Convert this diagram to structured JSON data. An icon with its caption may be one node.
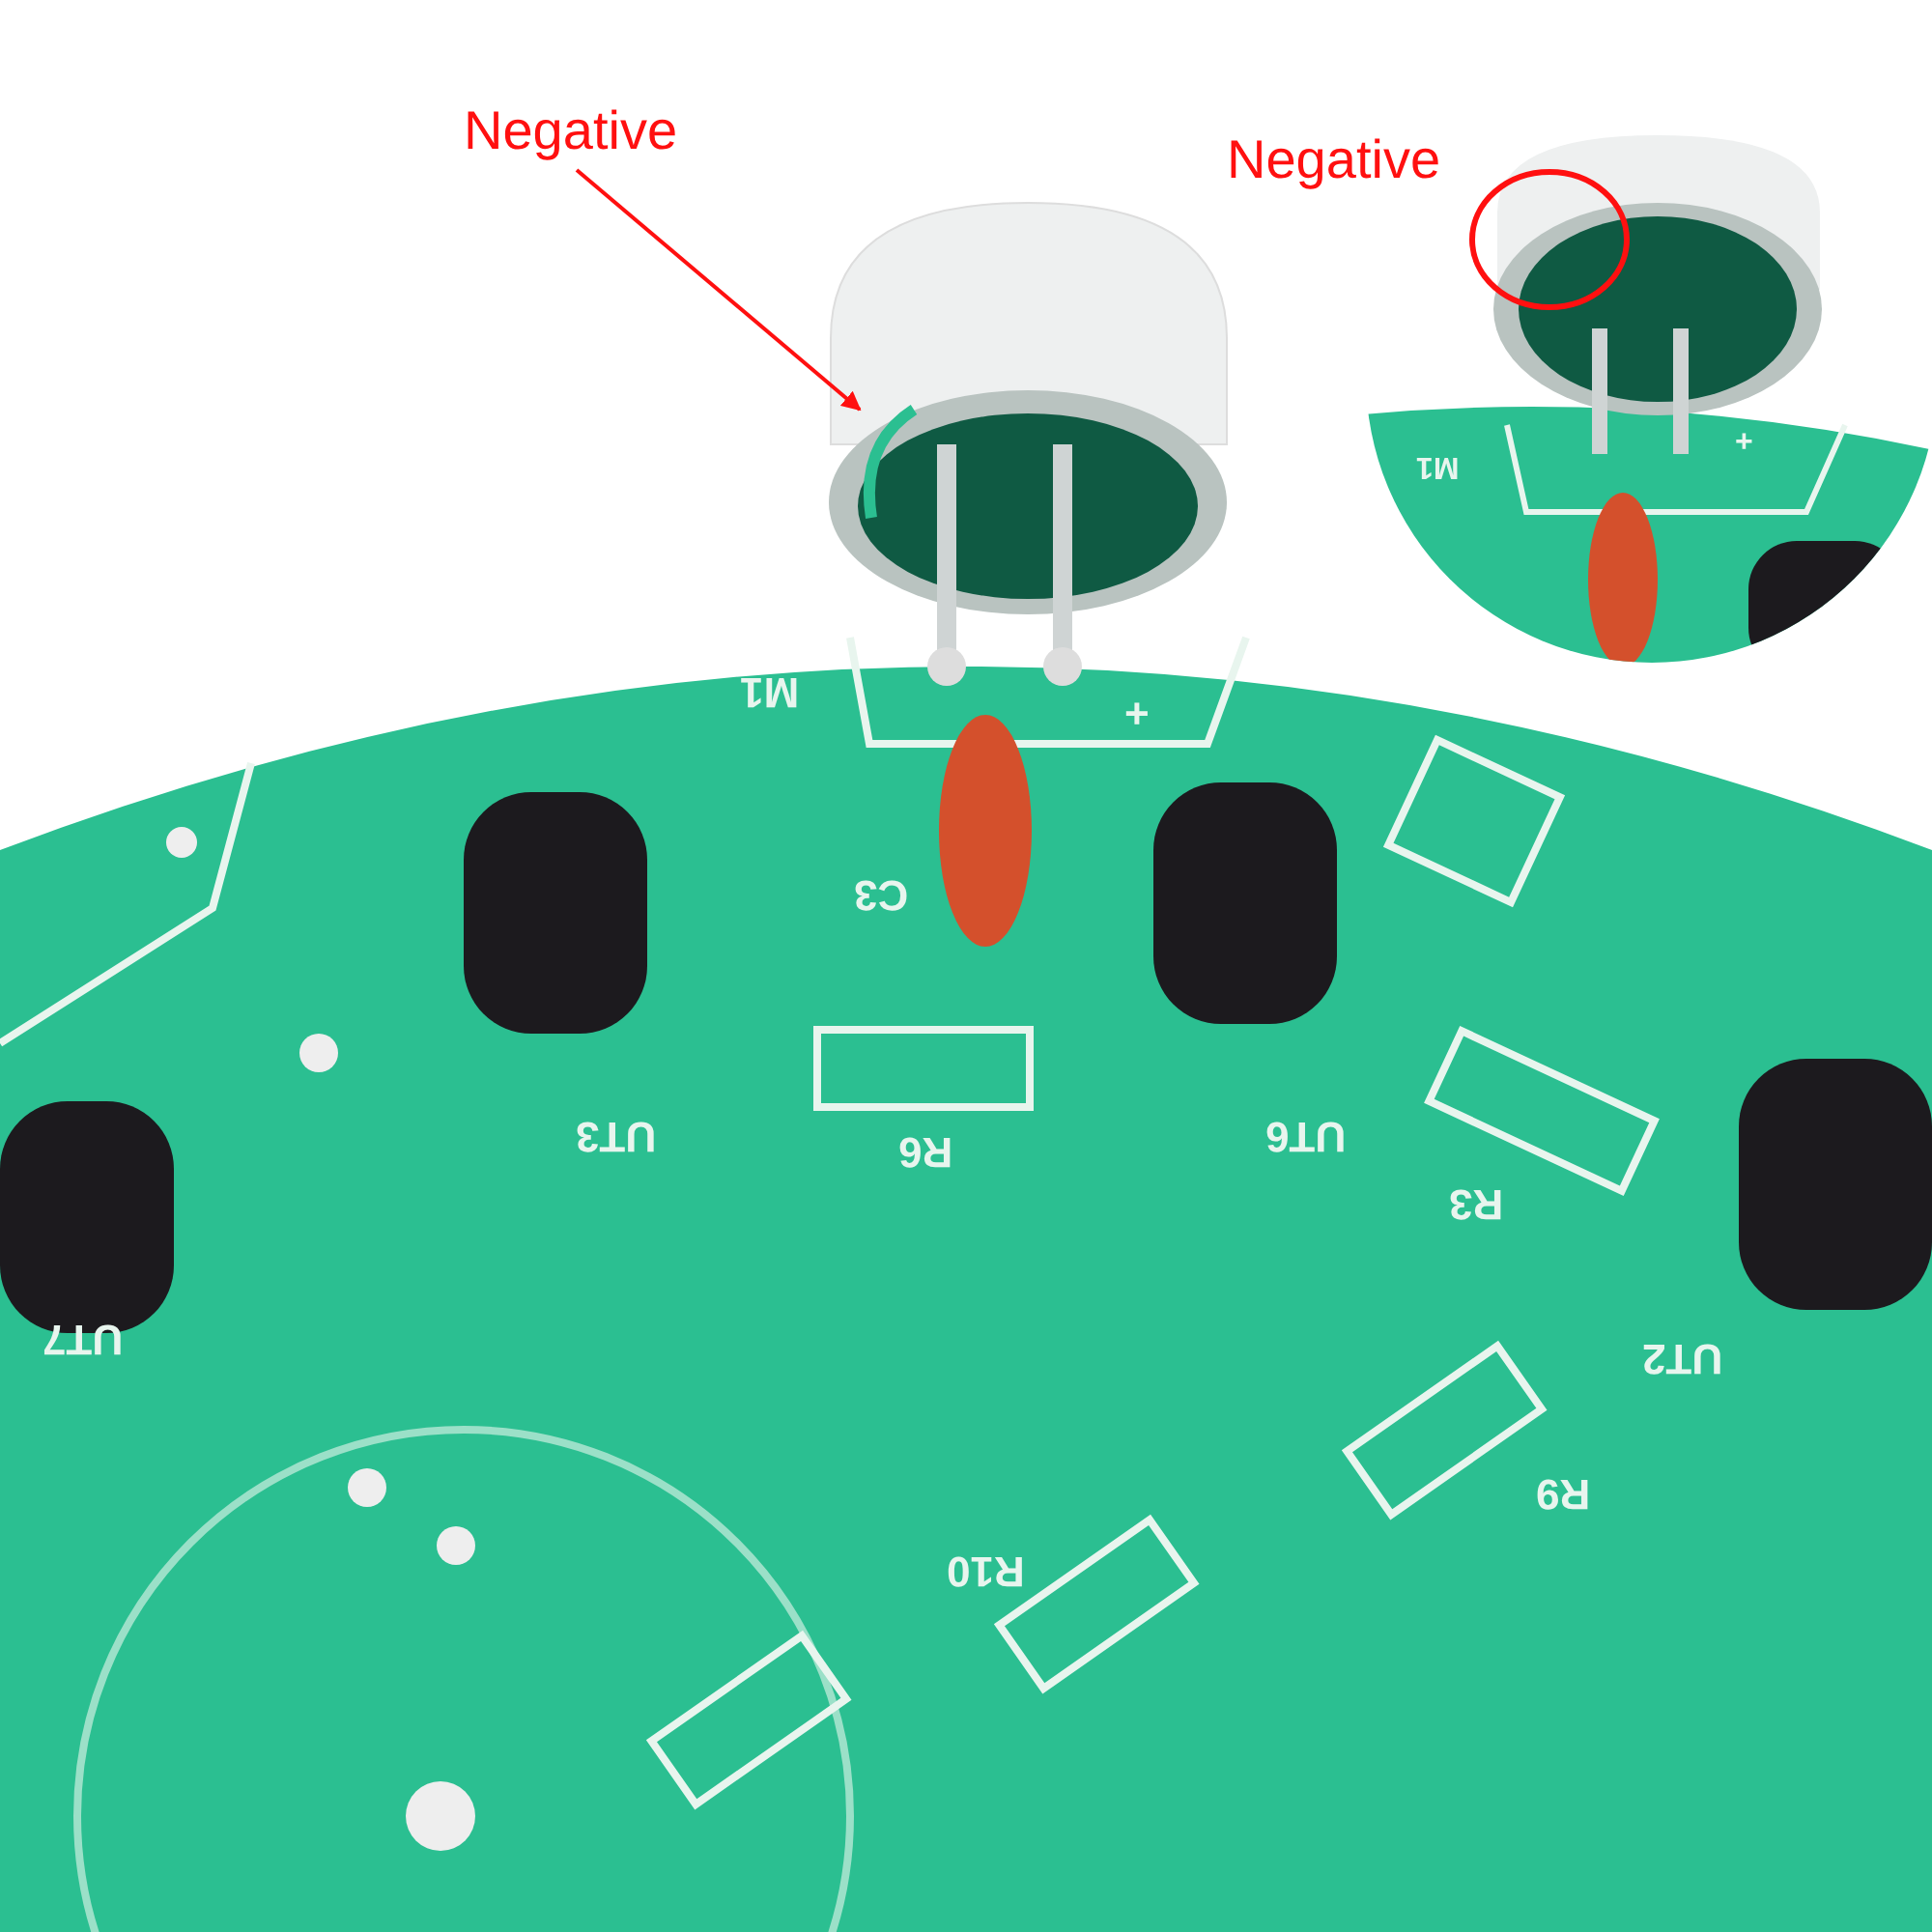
{
  "diagram": {
    "nodes": [
      {
        "text": [
          "Negative"
        ]
      },
      {
        "text": [],
        "shape": "picture"
      },
      {
        "text": [],
        "shape": "circle",
        "beside": [
          "Negative"
        ]
      }
    ],
    "edges": [
      {
        "from": 0,
        "to": 1,
        "arrow": "to"
      }
    ],
    "labels": [
      "M1",
      "+",
      "C3",
      "UT3",
      "R6",
      "UT6",
      "R3",
      "UT7",
      "UT2",
      "R9",
      "R10",
      "M1",
      "+"
    ]
  }
}
